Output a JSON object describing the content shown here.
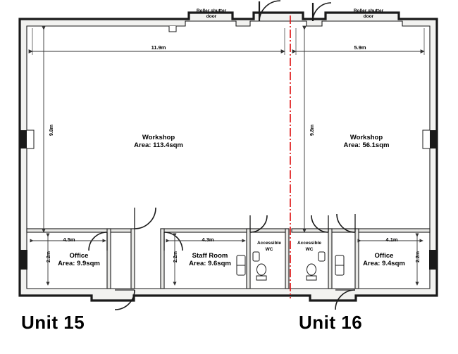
{
  "document": {
    "type": "floor-plan",
    "title": "Industrial units floor plan"
  },
  "units": [
    {
      "id": "unit-15",
      "label": "Unit 15"
    },
    {
      "id": "unit-16",
      "label": "Unit 16"
    }
  ],
  "rooms": [
    {
      "id": "workshop-left",
      "name": "Workshop",
      "area": "Area: 113.4sqm"
    },
    {
      "id": "workshop-right",
      "name": "Workshop",
      "area": "Area: 56.1sqm"
    },
    {
      "id": "office-left",
      "name": "Office",
      "area": "Area: 9.9sqm"
    },
    {
      "id": "staff-room",
      "name": "Staff Room",
      "area": "Area: 9.6sqm"
    },
    {
      "id": "wc-left",
      "name_line1": "Accessible",
      "name_line2": "WC"
    },
    {
      "id": "wc-right",
      "name_line1": "Accessible",
      "name_line2": "WC"
    },
    {
      "id": "office-right",
      "name": "Office",
      "area": "Area: 9.4sqm"
    }
  ],
  "dimensions": {
    "workshop_left_width": "11.9m",
    "workshop_right_width": "5.9m",
    "workshop_left_height": "9.8m",
    "workshop_right_height": "9.8m",
    "office_left_width": "4.5m",
    "office_left_height": "2.2m",
    "staff_room_width": "4.3m",
    "staff_room_height": "2.2m",
    "office_right_width": "4.1m",
    "office_right_height": "2.2m"
  },
  "annotations": [
    {
      "id": "roller-shutter-left",
      "line1": "Roller shutter",
      "line2": "door"
    },
    {
      "id": "roller-shutter-right",
      "line1": "Roller shutter",
      "line2": "door"
    }
  ],
  "colors": {
    "wall": "#1a1a1a",
    "wall_fill": "#f2f2f0",
    "dimension_line": "#3a3a3a",
    "party_line": "#e01b1b",
    "background": "#ffffff"
  }
}
